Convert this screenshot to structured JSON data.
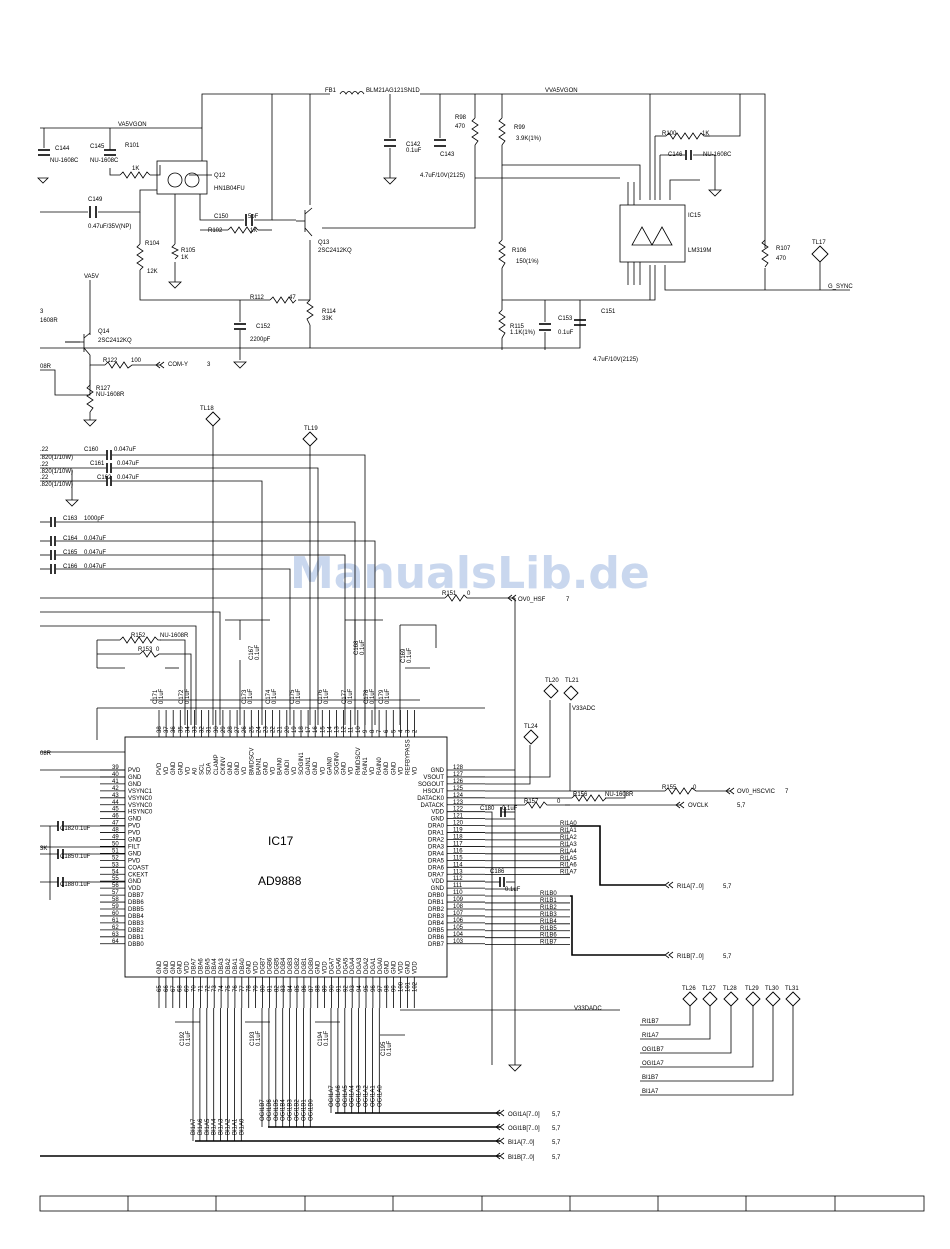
{
  "watermark": "ManualsLib.de",
  "ic17": {
    "ref": "IC17",
    "part": "AD9888",
    "left_pins": [
      {
        "num": "39",
        "name": "PVD"
      },
      {
        "num": "40",
        "name": "GND"
      },
      {
        "num": "41",
        "name": "GND"
      },
      {
        "num": "42",
        "name": "VSYNC1"
      },
      {
        "num": "43",
        "name": "VSYNC0"
      },
      {
        "num": "44",
        "name": "VSYNC0"
      },
      {
        "num": "45",
        "name": "HSYNC0"
      },
      {
        "num": "46",
        "name": "GND"
      },
      {
        "num": "47",
        "name": "PVD"
      },
      {
        "num": "48",
        "name": "PVD"
      },
      {
        "num": "49",
        "name": "GND"
      },
      {
        "num": "50",
        "name": "FILT"
      },
      {
        "num": "51",
        "name": "GND"
      },
      {
        "num": "52",
        "name": "PVD"
      },
      {
        "num": "53",
        "name": "COAST"
      },
      {
        "num": "54",
        "name": "CKEXT"
      },
      {
        "num": "55",
        "name": "GND"
      },
      {
        "num": "56",
        "name": "VDD"
      },
      {
        "num": "57",
        "name": "DBB7"
      },
      {
        "num": "58",
        "name": "DBB6"
      },
      {
        "num": "59",
        "name": "DBB5"
      },
      {
        "num": "60",
        "name": "DBB4"
      },
      {
        "num": "61",
        "name": "DBB3"
      },
      {
        "num": "62",
        "name": "DBB2"
      },
      {
        "num": "63",
        "name": "DBB1"
      },
      {
        "num": "64",
        "name": "DBB0"
      }
    ],
    "right_pins": [
      {
        "num": "128",
        "name": "GND"
      },
      {
        "num": "127",
        "name": "VSOUT"
      },
      {
        "num": "126",
        "name": "SOGOUT"
      },
      {
        "num": "125",
        "name": "HSOUT"
      },
      {
        "num": "124",
        "name": "DATACK0"
      },
      {
        "num": "123",
        "name": "DATACK"
      },
      {
        "num": "122",
        "name": "VDD"
      },
      {
        "num": "121",
        "name": "GND"
      },
      {
        "num": "120",
        "name": "DRA0"
      },
      {
        "num": "119",
        "name": "DRA1"
      },
      {
        "num": "118",
        "name": "DRA2"
      },
      {
        "num": "117",
        "name": "DRA3"
      },
      {
        "num": "116",
        "name": "DRA4"
      },
      {
        "num": "115",
        "name": "DRA5"
      },
      {
        "num": "114",
        "name": "DRA6"
      },
      {
        "num": "113",
        "name": "DRA7"
      },
      {
        "num": "112",
        "name": "VDD"
      },
      {
        "num": "111",
        "name": "GND"
      },
      {
        "num": "110",
        "name": "DRB0"
      },
      {
        "num": "109",
        "name": "DRB1"
      },
      {
        "num": "108",
        "name": "DRB2"
      },
      {
        "num": "107",
        "name": "DRB3"
      },
      {
        "num": "106",
        "name": "DRB4"
      },
      {
        "num": "105",
        "name": "DRB5"
      },
      {
        "num": "104",
        "name": "DRB6"
      },
      {
        "num": "103",
        "name": "DRB7"
      }
    ],
    "top_pins": [
      {
        "num": "38",
        "name": "PVD"
      },
      {
        "num": "37",
        "name": "VD"
      },
      {
        "num": "36",
        "name": "GND"
      },
      {
        "num": "35",
        "name": "GND"
      },
      {
        "num": "34",
        "name": "VD"
      },
      {
        "num": "33",
        "name": "A0"
      },
      {
        "num": "32",
        "name": "SCL"
      },
      {
        "num": "31",
        "name": "SDA"
      },
      {
        "num": "30",
        "name": "CLAMP"
      },
      {
        "num": "29",
        "name": "CKINV"
      },
      {
        "num": "28",
        "name": "GND"
      },
      {
        "num": "27",
        "name": "GND"
      },
      {
        "num": "26",
        "name": "VD"
      },
      {
        "num": "25",
        "name": "BMIDSCV"
      },
      {
        "num": "24",
        "name": "BAIN1"
      },
      {
        "num": "23",
        "name": "GND"
      },
      {
        "num": "22",
        "name": "VD"
      },
      {
        "num": "21",
        "name": "BAIN0"
      },
      {
        "num": "20",
        "name": "GNDI"
      },
      {
        "num": "19",
        "name": "VD"
      },
      {
        "num": "18",
        "name": "SOGIN1"
      },
      {
        "num": "17",
        "name": "GAIN1"
      },
      {
        "num": "16",
        "name": "GND"
      },
      {
        "num": "15",
        "name": "VD"
      },
      {
        "num": "14",
        "name": "GAIN0"
      },
      {
        "num": "13",
        "name": "SOGIN0"
      },
      {
        "num": "12",
        "name": "GND"
      },
      {
        "num": "11",
        "name": "VD"
      },
      {
        "num": "10",
        "name": "RMIDSCV"
      },
      {
        "num": "9",
        "name": "RAIN1"
      },
      {
        "num": "8",
        "name": "VD"
      },
      {
        "num": "7",
        "name": "RAIN0"
      },
      {
        "num": "6",
        "name": "GND"
      },
      {
        "num": "5",
        "name": "GND"
      },
      {
        "num": "4",
        "name": "VD"
      },
      {
        "num": "3",
        "name": "REFBYPASS"
      },
      {
        "num": "2",
        "name": "VD"
      }
    ],
    "bottom_pins": [
      {
        "num": "65",
        "name": "GND"
      },
      {
        "num": "66",
        "name": "GND"
      },
      {
        "num": "67",
        "name": "GND"
      },
      {
        "num": "68",
        "name": "GND"
      },
      {
        "num": "69",
        "name": "VDD"
      },
      {
        "num": "70",
        "name": "DBA7"
      },
      {
        "num": "71",
        "name": "DBA6"
      },
      {
        "num": "72",
        "name": "DBA5"
      },
      {
        "num": "73",
        "name": "DBA4"
      },
      {
        "num": "74",
        "name": "DBA3"
      },
      {
        "num": "75",
        "name": "DBA2"
      },
      {
        "num": "76",
        "name": "DBA1"
      },
      {
        "num": "77",
        "name": "DBA0"
      },
      {
        "num": "78",
        "name": "GND"
      },
      {
        "num": "79",
        "name": "VDD"
      },
      {
        "num": "80",
        "name": "DGB7"
      },
      {
        "num": "81",
        "name": "DGB6"
      },
      {
        "num": "82",
        "name": "DGB5"
      },
      {
        "num": "83",
        "name": "DGB4"
      },
      {
        "num": "84",
        "name": "DGB3"
      },
      {
        "num": "85",
        "name": "DGB2"
      },
      {
        "num": "86",
        "name": "DGB1"
      },
      {
        "num": "87",
        "name": "DGB0"
      },
      {
        "num": "88",
        "name": "GND"
      },
      {
        "num": "89",
        "name": "VDD"
      },
      {
        "num": "90",
        "name": "DGA7"
      },
      {
        "num": "91",
        "name": "DGA6"
      },
      {
        "num": "92",
        "name": "DGA5"
      },
      {
        "num": "93",
        "name": "DGA4"
      },
      {
        "num": "94",
        "name": "DGA3"
      },
      {
        "num": "95",
        "name": "DGA2"
      },
      {
        "num": "96",
        "name": "DGA1"
      },
      {
        "num": "97",
        "name": "DGA0"
      },
      {
        "num": "98",
        "name": "GND"
      },
      {
        "num": "99",
        "name": "GND"
      },
      {
        "num": "100",
        "name": "VDD"
      },
      {
        "num": "101",
        "name": "GND"
      },
      {
        "num": "102",
        "name": "VDD"
      }
    ]
  },
  "labels": {
    "fb1": "FB1",
    "fb1_part": "BLM21AG121SN1D",
    "vva5vgon": "VVA5VGON",
    "va5vgon": "VA5VGON",
    "c144": "C144",
    "c144_v": "NU-1608C",
    "c145": "C145",
    "c145_v": "NU-1608C",
    "r101": "R101",
    "r101_v": "1K",
    "q12": "Q12",
    "q12_part": "HN1B04FU",
    "c149": "C149",
    "c149_v": "0.47uF/35V(NP)",
    "c150": "C150",
    "c150_v": "5pF",
    "r102": "R102",
    "r102_v": "1K",
    "r104": "R104",
    "r104_v": "12K",
    "r105": "R105",
    "r105_v": "1K",
    "q13": "Q13",
    "q13_part": "2SC2412KQ",
    "r98": "R98",
    "r98_v": "470",
    "c142": "C142",
    "c142_v": "0.1uF",
    "c143": "C143",
    "c143_v": "4.7uF/10V(2125)",
    "r99": "R99",
    "r99_v": "3.9K(1%)",
    "r100": "R100",
    "r100_v": "1K",
    "c146": "C146",
    "c146_v": "NU-1608C",
    "ic15": "IC15",
    "ic15_part": "LM319M",
    "r106": "R106",
    "r106_v": "150(1%)",
    "r107": "R107",
    "r107_v": "470",
    "tl17": "TL17",
    "g_sync": "G_SYNC",
    "r112": "R112",
    "r112_v": "47",
    "r114": "R114",
    "r114_v": "33K",
    "c152": "C152",
    "c152_v": "2200pF",
    "r115": "R115",
    "r115_v": "1.1K(1%)",
    "c153": "C153",
    "c153_v": "0.1uF",
    "c151": "C151",
    "c151_v": "4.7uF/10V(2125)",
    "va5v": "VA5V",
    "q14": "Q14",
    "q14_part": "2SC2412KQ",
    "r122": "R122",
    "r122_v": "100",
    "com_y": "COM-Y",
    "com_y_ref": "3",
    "r127": "R127",
    "r127_v": "NU-1608R",
    "cut_3": "3",
    "cut_1608r": "1608R",
    "cut_08r": "08R",
    "tl18": "TL18",
    "tl19": "TL19",
    "c160": "C160",
    "c160_v": "0.047uF",
    "c161": "C161",
    "c161_v": "0.047uF",
    "c162": "C162",
    "c162_v": "0.047uF",
    "c163": "C163",
    "c163_v": "1000pF",
    "c164": "C164",
    "c164_v": "0.047uF",
    "c165": "C165",
    "c165_v": "0.047uF",
    "c166": "C166",
    "c166_v": "0.047uF",
    "cut_22a": ".22",
    "cut_820a": ".820(1/10W)",
    "cut_22b": ".22",
    "cut_820b": ".820(1/10W)",
    "cut_22c": ".22",
    "cut_820c": ".820(1/10W)",
    "r151": "R151",
    "r151_v": "0",
    "ov0_hsf": "OV0_HSF",
    "ov0_hsf_ref": "7",
    "r152": "R152",
    "r152_v": "NU-1608R",
    "r153": "R153",
    "r153_v": "0",
    "c167": "C167",
    "c167_v": "0.1uF",
    "c168": "C168",
    "c168_v": "0.1uF",
    "c169": "C169",
    "c169_v": "0.1uF",
    "c171": "C171",
    "c171_v": "0.1uF",
    "c172": "C172",
    "c172_v": "0.1uF",
    "c173": "C173",
    "c173_v": "0.1uF",
    "c174": "C174",
    "c174_v": "0.1uF",
    "c175": "C175",
    "c175_v": "0.1uF",
    "c176": "C176",
    "c176_v": "0.1uF",
    "c177": "C177",
    "c177_v": "0.1uF",
    "c178": "C178",
    "c178_v": "0.1uF",
    "c179": "C179",
    "c179_v": "0.1uF",
    "v33adc": "V33ADC",
    "v33dadc": "V33DADC",
    "tl20": "TL20",
    "tl21": "TL21",
    "tl24": "TL24",
    "r155": "R155",
    "r155_v": "0",
    "ov0_hscvic": "OV0_HSCVIC",
    "ov0_hscvic_ref": "7",
    "r156": "R156",
    "r156_v": "NU-1608R",
    "r157": "R157",
    "r157_v": "0",
    "ovclk": "OVCLK",
    "ovclk_ref": "5,7",
    "c180": "C180",
    "c180_v": "0.1uF",
    "c186": "C186",
    "c186_v": "0.1uF",
    "c182": "C182",
    "c182_v": "0.1uF",
    "c185": "C185",
    "c185_v": "0.1uF",
    "c188": "C188",
    "c188_v": "0.1uF",
    "cut_3k": "3K",
    "cut_08r2": "08R",
    "c192": "C192",
    "c192_v": "0.1uF",
    "c193": "C193",
    "c193_v": "0.1uF",
    "c194": "C194",
    "c194_v": "0.1uF",
    "c195": "C195",
    "c195_v": "0.1uF",
    "bus_ri1a": "RI1A[7..0]",
    "bus_ri1a_ref": "5,7",
    "bus_ri1b": "RI1B[7..0]",
    "bus_ri1b_ref": "5,7",
    "bus_og1a": "OGI1A[7..0]",
    "bus_og1a_ref": "5,7",
    "bus_og1b": "OGI1B[7..0]",
    "bus_og1b_ref": "5,7",
    "bus_bi1a": "BI1A[7..0]",
    "bus_bi1a_ref": "5,7",
    "bus_bi1b": "BI1B[7..0]",
    "bus_bi1b_ref": "5,7",
    "tl26": "TL26",
    "tl27": "TL27",
    "tl28": "TL28",
    "tl29": "TL29",
    "tl30": "TL30",
    "tl31": "TL31",
    "tp_ri1b7": "RI1B7",
    "tp_ri1a7": "RI1A7",
    "tp_og1b7": "OGI1B7",
    "tp_og1a7": "OGI1A7",
    "tp_bi1b7": "BI1B7",
    "tp_bi1a7": "BI1A7"
  },
  "ri1a_nets": [
    "RI1A0",
    "RI1A1",
    "RI1A2",
    "RI1A3",
    "RI1A4",
    "RI1A5",
    "RI1A6",
    "RI1A7"
  ],
  "ri1b_nets": [
    "RI1B0",
    "RI1B1",
    "RI1B2",
    "RI1B3",
    "RI1B4",
    "RI1B5",
    "RI1B6",
    "RI1B7"
  ],
  "bi1a_nets": [
    "BI1A7",
    "BI1A6",
    "BI1A5",
    "BI1A4",
    "BI1A3",
    "BI1A2",
    "BI1A1",
    "BI1A0"
  ],
  "og1b_nets": [
    "OGI1B7",
    "OGI1B6",
    "OGI1B5",
    "OGI1B4",
    "OGI1B3",
    "OGI1B2",
    "OGI1B1",
    "OGI1B0"
  ],
  "og1a_nets": [
    "OGI1A7",
    "OGI1A6",
    "OGI1A5",
    "OGI1A4",
    "OGI1A3",
    "OGI1A2",
    "OGI1A1",
    "OGI1A0"
  ]
}
